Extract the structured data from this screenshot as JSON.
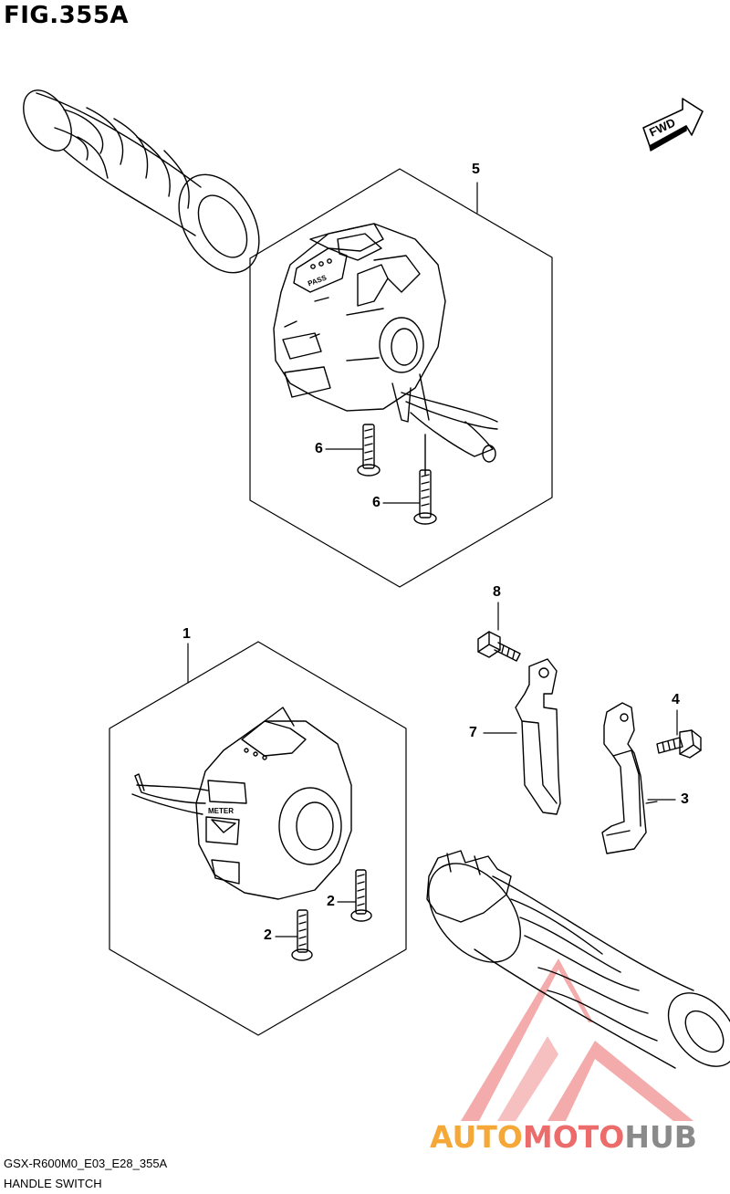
{
  "figure": {
    "title": "FIG.355A",
    "code": "GSX-R600M0_E03_E28_355A",
    "name": "HANDLE SWITCH"
  },
  "direction_label": "FWD",
  "switch_labels": {
    "pass": "PASS",
    "meter": "METER"
  },
  "callouts": {
    "c1": "1",
    "c2a": "2",
    "c2b": "2",
    "c3": "3",
    "c4": "4",
    "c5": "5",
    "c6a": "6",
    "c6b": "6",
    "c7": "7",
    "c8": "8"
  },
  "watermark": {
    "part1": "AUTO",
    "part2": "MOTO",
    "part3": "HUB",
    "colors": {
      "orange": "#f5a838",
      "red": "#ec6b6b",
      "gray": "#8a8a8a"
    }
  }
}
